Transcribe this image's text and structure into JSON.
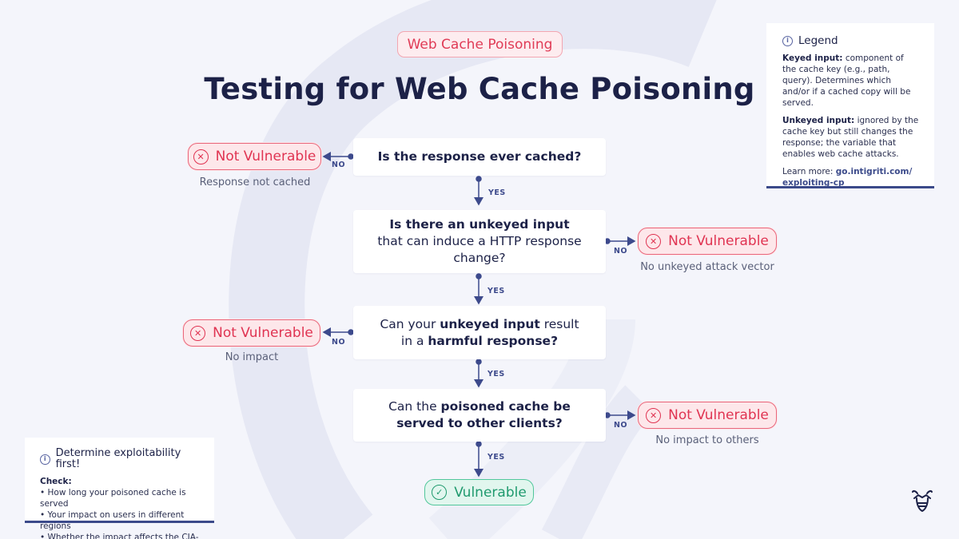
{
  "tag": "Web Cache Poisoning",
  "title": "Testing for Web Cache Poisoning",
  "questions": [
    {
      "plain_before": "",
      "bold": "Is the response ever cached?",
      "plain_after": ""
    },
    {
      "plain_before": "",
      "bold": "Is there an unkeyed input",
      "plain_after": " that can induce a HTTP response change?"
    },
    {
      "line1_plain": "Can your ",
      "line1_bold": "unkeyed input",
      "line1_after": " result",
      "line2_plain": "in a ",
      "line2_bold": "harmful response?"
    },
    {
      "line1_plain": "Can the ",
      "line1_bold": "poisoned cache be",
      "line2_bold": "served to other clients?"
    }
  ],
  "edges": {
    "yes": "YES",
    "no": "NO"
  },
  "outcomes": {
    "not_vulnerable": "Not Vulnerable",
    "vulnerable": "Vulnerable",
    "captions": [
      "Response not cached",
      "No unkeyed attack vector",
      "No impact",
      "No impact to others"
    ]
  },
  "legend": {
    "title": "Legend",
    "keyed_term": "Keyed input:",
    "keyed_desc": " component of the cache key (e.g., path, query). Determines which and/or if a cached copy will be served.",
    "unkeyed_term": "Unkeyed input:",
    "unkeyed_desc": " ignored by the cache key but still changes the response; the variable that enables web cache attacks.",
    "learn_label": "Learn more: ",
    "learn_link": "go.intigriti.com/ exploiting-cp"
  },
  "exploit": {
    "title": "Determine exploitability first!",
    "check_label": "Check:",
    "items": [
      "• How long your poisoned cache is served",
      "• Your impact on users in different regions",
      "• Whether the impact affects the CIA-triad"
    ]
  },
  "colors": {
    "accent": "#3b4a8a",
    "danger": "#e03452",
    "success": "#1f9a6e",
    "background": "#f4f5fb"
  },
  "icons": {
    "info": "info-icon",
    "not_vulnerable": "x-circle-icon",
    "vulnerable": "check-circle-icon",
    "brand": "bee-logo-icon"
  }
}
